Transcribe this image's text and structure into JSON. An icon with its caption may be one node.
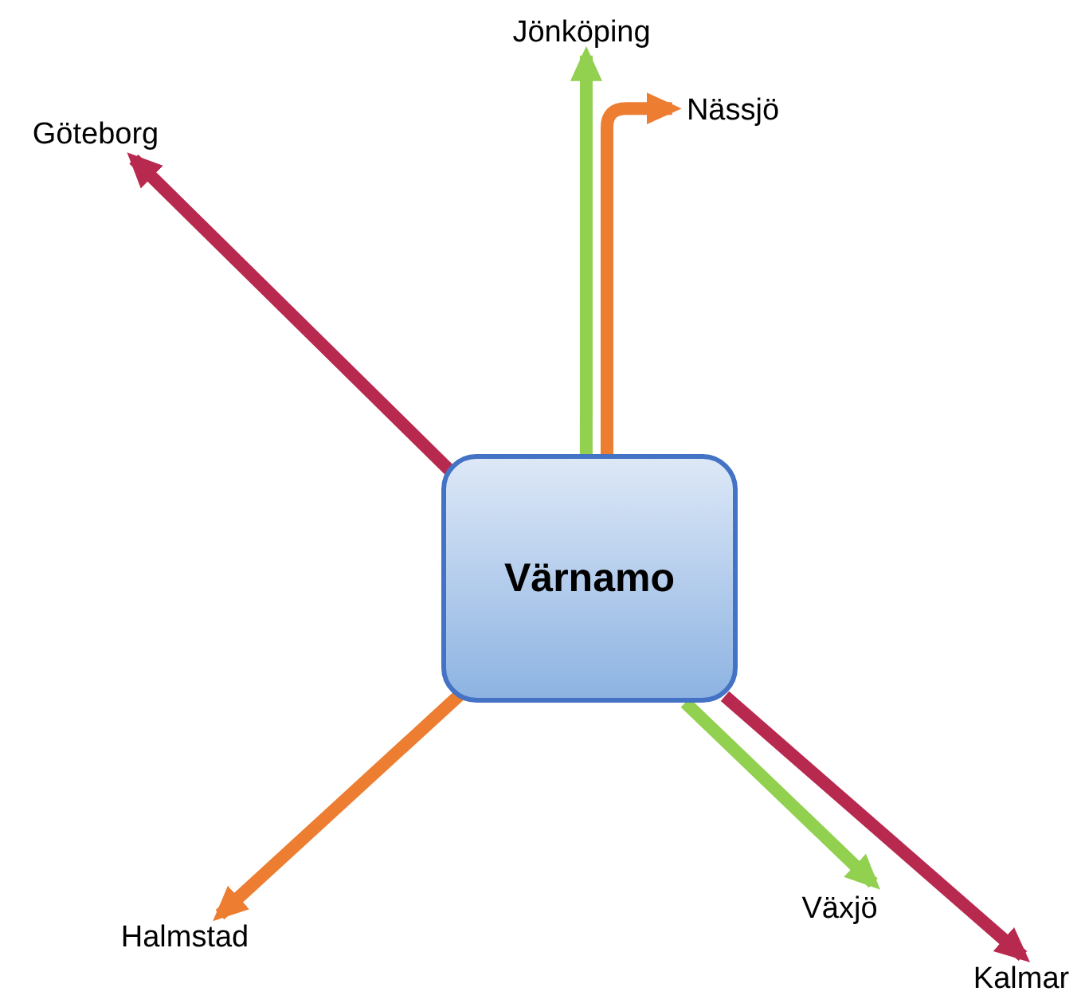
{
  "diagram": {
    "nodes": [
      {
        "text": [
          "Värnamo"
        ]
      },
      {
        "text": [
          "Jönköping"
        ]
      },
      {
        "text": [
          "Nässjö"
        ]
      },
      {
        "text": [
          "Göteborg"
        ]
      },
      {
        "text": [
          "Halmstad"
        ]
      },
      {
        "text": [
          "Växjö"
        ]
      },
      {
        "text": [
          "Kalmar"
        ]
      }
    ],
    "edges": [
      {
        "from": 0,
        "to": 1,
        "arrow": "to",
        "color": "#92d050"
      },
      {
        "from": 0,
        "to": 2,
        "arrow": "to",
        "color": "#ed7d31"
      },
      {
        "from": 0,
        "to": 3,
        "arrow": "to",
        "color": "#b8294f"
      },
      {
        "from": 0,
        "to": 4,
        "arrow": "to",
        "color": "#ed7d31"
      },
      {
        "from": 0,
        "to": 5,
        "arrow": "to",
        "color": "#92d050"
      },
      {
        "from": 0,
        "to": 6,
        "arrow": "to",
        "color": "#b8294f"
      }
    ]
  }
}
